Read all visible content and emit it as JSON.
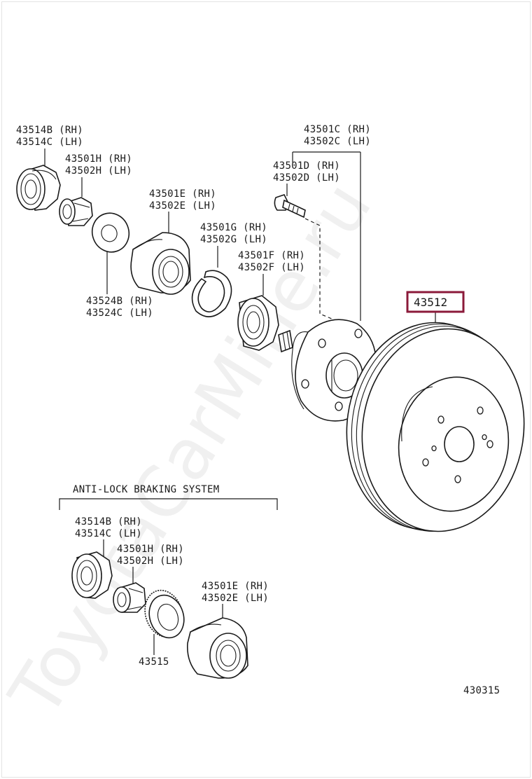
{
  "labels": {
    "p43514b_rh": "43514B (RH)",
    "p43514c_lh": "43514C (LH)",
    "p43501h_rh": "43501H (RH)",
    "p43502h_lh": "43502H (LH)",
    "p43501e_rh": "43501E (RH)",
    "p43502e_lh": "43502E (LH)",
    "p43501g_rh": "43501G (RH)",
    "p43502g_lh": "43502G (LH)",
    "p43501f_rh": "43501F (RH)",
    "p43502f_lh": "43502F (LH)",
    "p43524b_rh": "43524B (RH)",
    "p43524c_lh": "43524C (LH)",
    "p43501c_rh": "43501C (RH)",
    "p43502c_lh": "43502C (LH)",
    "p43501d_rh": "43501D (RH)",
    "p43502d_lh": "43502D (LH)",
    "p43512": "43512"
  },
  "abs_section": {
    "title": "ANTI-LOCK BRAKING SYSTEM",
    "p43514b_rh": "43514B (RH)",
    "p43514c_lh": "43514C (LH)",
    "p43501h_rh": "43501H (RH)",
    "p43502h_lh": "43502H (LH)",
    "p43501e_rh": "43501E (RH)",
    "p43502e_lh": "43502E (LH)",
    "p43515": "43515"
  },
  "diagram_number": "430315",
  "watermark": "ToyotaCarMine.ru",
  "colors": {
    "highlight_box": "#8b1a3a",
    "line": "#1a1a1a",
    "background": "#ffffff"
  }
}
